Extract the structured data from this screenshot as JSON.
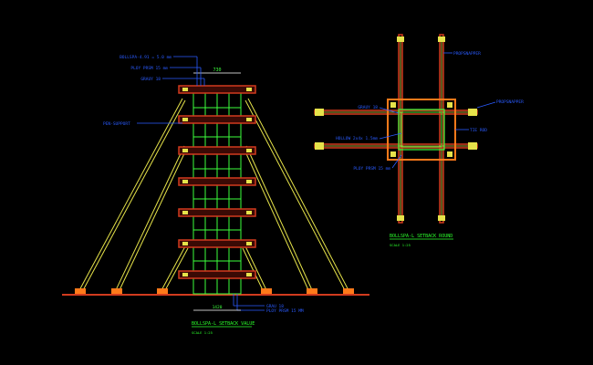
{
  "colors": {
    "background": "#000000",
    "frame_red": "#d23b1e",
    "frame_orange": "#ff7a1a",
    "prop_yellow": "#e6e34a",
    "grid_green": "#3cff3c",
    "label_blue": "#2a5bff",
    "title_green": "#2bff2b",
    "white": "#ffffff"
  },
  "elevation": {
    "labels": {
      "top1": "BOLLSPA-4.91 = 5.0 mm",
      "top2": "PLOY PRSM 15 mm",
      "top3": "GRAUY 18",
      "dim_top": "730",
      "support": "PEN-SUPPORT",
      "bottom1": "GRAU 18",
      "bottom2": "PLOY PRSM 15 MM",
      "dim_bottom": "1420"
    },
    "title": "BOLLSPA-L SETBACK VALUE",
    "scale": "SCALE  1:25"
  },
  "plan": {
    "labels": {
      "right_top": "PROPSNAPPER",
      "right_mid": "PROPSNAPPER",
      "right_low": "TIE ROD",
      "left_top": "GRAUY 18",
      "left_mid": "HOLLOW 2x4x 1.5mm",
      "left_low": "PLOY PRSM 15 mm"
    },
    "title": "BOLLSPA-L SETBACK ROUND",
    "scale": "SCALE  1:25"
  }
}
